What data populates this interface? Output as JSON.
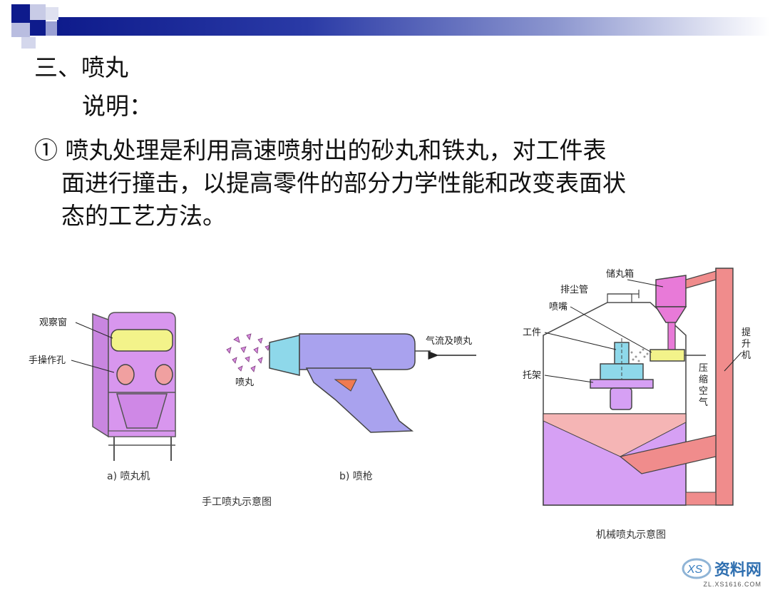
{
  "slide": {
    "title": "三、喷丸",
    "subtitle": "说明：",
    "paragraph_lines": [
      "① 喷丸处理是利用高速喷射出的砂丸和铁丸，对工件表",
      "面进行撞击，以提高零件的部分力学性能和改变表面状",
      "态的工艺方法。"
    ]
  },
  "figure_manual": {
    "label_window": "观察窗",
    "label_hole": "手操作孔",
    "label_shot": "喷丸",
    "label_flow": "气流及喷丸",
    "caption_a": "a) 喷丸机",
    "caption_b": "b) 喷枪",
    "caption": "手工喷丸示意图"
  },
  "figure_machine": {
    "label_hopper": "储丸箱",
    "label_dust": "排尘管",
    "label_nozzle": "喷嘴",
    "label_work": "工件",
    "label_bracket": "托架",
    "label_lift": "提升机",
    "label_air": "压缩空气",
    "caption": "机械喷丸示意图"
  },
  "watermark": {
    "brand": "资料网",
    "url": "ZL.XS1616.COM"
  },
  "colors": {
    "header_dark": "#0e1b8c",
    "machine_purple": "#d896ee",
    "window_yellow": "#f3f38a",
    "gun_purple": "#a9a2ee",
    "nozzle_cyan": "#8ed8ea",
    "lift_red": "#f08c8c",
    "hopper_magenta": "#e87ad8",
    "bin_lavender": "#d6a0f4"
  }
}
